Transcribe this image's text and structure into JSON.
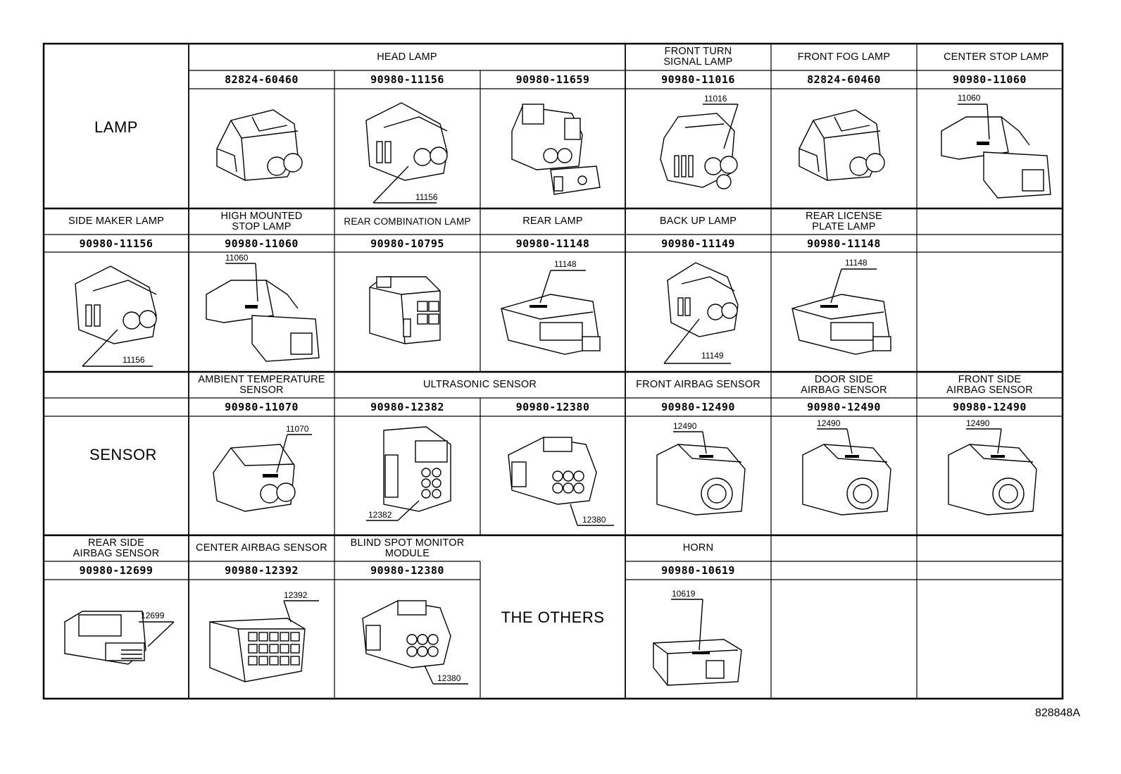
{
  "categories": {
    "lamp": "LAMP",
    "sensor": "SENSOR",
    "others": "THE OTHERS"
  },
  "footer_code": "828848A",
  "rows": [
    {
      "headers": [
        "HEAD LAMP",
        "FRONT TURN\nSIGNAL LAMP",
        "FRONT FOG LAMP",
        "CENTER STOP LAMP"
      ],
      "parts": [
        {
          "pn": "82824-60460",
          "callout": ""
        },
        {
          "pn": "90980-11156",
          "callout": "11156"
        },
        {
          "pn": "90980-11659",
          "callout": ""
        },
        {
          "pn": "90980-11016",
          "callout": "11016"
        },
        {
          "pn": "82824-60460",
          "callout": ""
        },
        {
          "pn": "90980-11060",
          "callout": "11060"
        }
      ]
    },
    {
      "headers": [
        "SIDE MAKER LAMP",
        "HIGH MOUNTED\nSTOP LAMP",
        "REAR COMBINATION LAMP",
        "REAR LAMP",
        "BACK UP LAMP",
        "REAR LICENSE\nPLATE LAMP"
      ],
      "parts": [
        {
          "pn": "90980-11156",
          "callout": "11156"
        },
        {
          "pn": "90980-11060",
          "callout": "11060"
        },
        {
          "pn": "90980-10795",
          "callout": ""
        },
        {
          "pn": "90980-11148",
          "callout": "11148"
        },
        {
          "pn": "90980-11149",
          "callout": "11149"
        },
        {
          "pn": "90980-11148",
          "callout": "11148"
        }
      ]
    },
    {
      "headers": [
        "AMBIENT TEMPERATURE\nSENSOR",
        "ULTRASONIC SENSOR",
        "FRONT AIRBAG SENSOR",
        "DOOR SIDE\nAIRBAG SENSOR",
        "FRONT SIDE\nAIRBAG SENSOR"
      ],
      "parts": [
        {
          "pn": "90980-11070",
          "callout": "11070"
        },
        {
          "pn": "90980-12382",
          "callout": "12382"
        },
        {
          "pn": "90980-12380",
          "callout": "12380"
        },
        {
          "pn": "90980-12490",
          "callout": "12490"
        },
        {
          "pn": "90980-12490",
          "callout": "12490"
        },
        {
          "pn": "90980-12490",
          "callout": "12490"
        }
      ]
    },
    {
      "headers": [
        "REAR SIDE\nAIRBAG SENSOR",
        "CENTER AIRBAG SENSOR",
        "BLIND SPOT MONITOR\nMODULE",
        "HORN"
      ],
      "parts": [
        {
          "pn": "90980-12699",
          "callout": "12699"
        },
        {
          "pn": "90980-12392",
          "callout": "12392"
        },
        {
          "pn": "90980-12380",
          "callout": "12380"
        },
        {
          "pn": "90980-10619",
          "callout": "10619"
        }
      ]
    }
  ]
}
